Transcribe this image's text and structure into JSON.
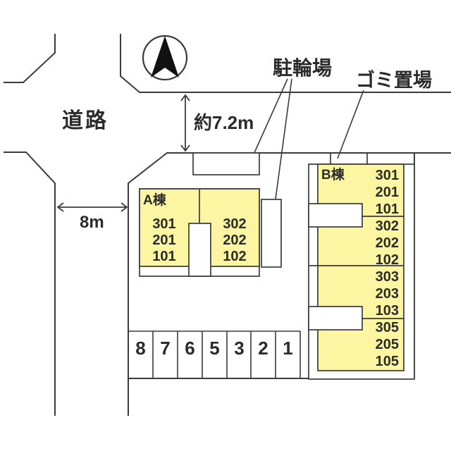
{
  "labels": {
    "road": "道路",
    "bicycle_parking": "駐輪場",
    "garbage_area": "ゴミ置場"
  },
  "dimensions": {
    "top_road_width": "約7.2m",
    "left_road_width": "8m"
  },
  "building_a": {
    "name": "A棟",
    "left_units": [
      "301",
      "201",
      "101"
    ],
    "right_units": [
      "302",
      "202",
      "102"
    ]
  },
  "building_b": {
    "name": "B棟",
    "unit_groups": [
      [
        "301",
        "201",
        "101"
      ],
      [
        "302",
        "202",
        "102"
      ],
      [
        "303",
        "203",
        "103"
      ],
      [
        "305",
        "205",
        "105"
      ]
    ]
  },
  "parking": {
    "spaces": [
      "8",
      "7",
      "6",
      "5",
      "3",
      "2",
      "1"
    ]
  },
  "icons": {
    "north_arrow": "north-arrow-icon"
  },
  "colors": {
    "building_fill": "#fcf5a2",
    "line": "#3b3b3b",
    "text": "#2b2b2b",
    "north_needle": "#111111",
    "background": "#ffffff"
  }
}
